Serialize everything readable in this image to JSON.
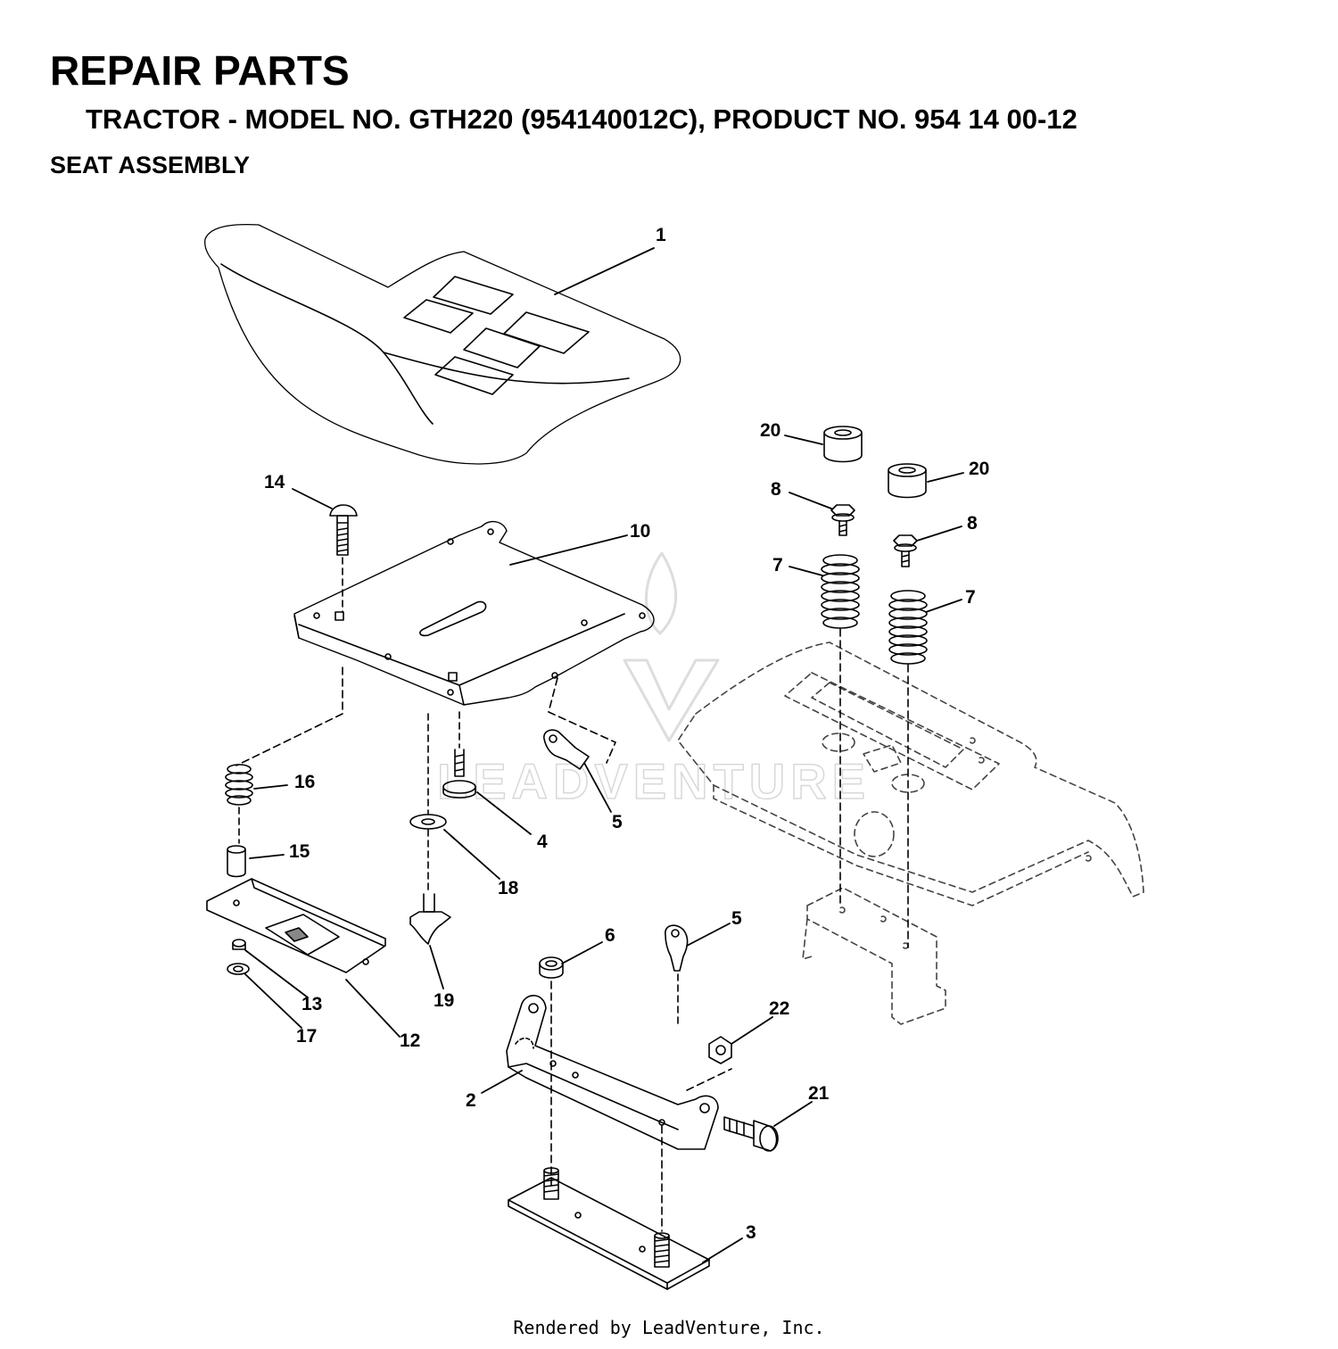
{
  "header": {
    "title": "REPAIR PARTS",
    "subtitle": "TRACTOR - MODEL NO. GTH220 (954140012C), PRODUCT NO. 954 14 00-12",
    "section": "SEAT ASSEMBLY"
  },
  "callouts": [
    "1",
    "2",
    "3",
    "4",
    "5",
    "5",
    "6",
    "7",
    "7",
    "8",
    "8",
    "10",
    "12",
    "13",
    "14",
    "15",
    "16",
    "17",
    "18",
    "19",
    "20",
    "20",
    "21",
    "22"
  ],
  "watermark": "LEADVENTURE",
  "footer": "Rendered by LeadVenture, Inc."
}
